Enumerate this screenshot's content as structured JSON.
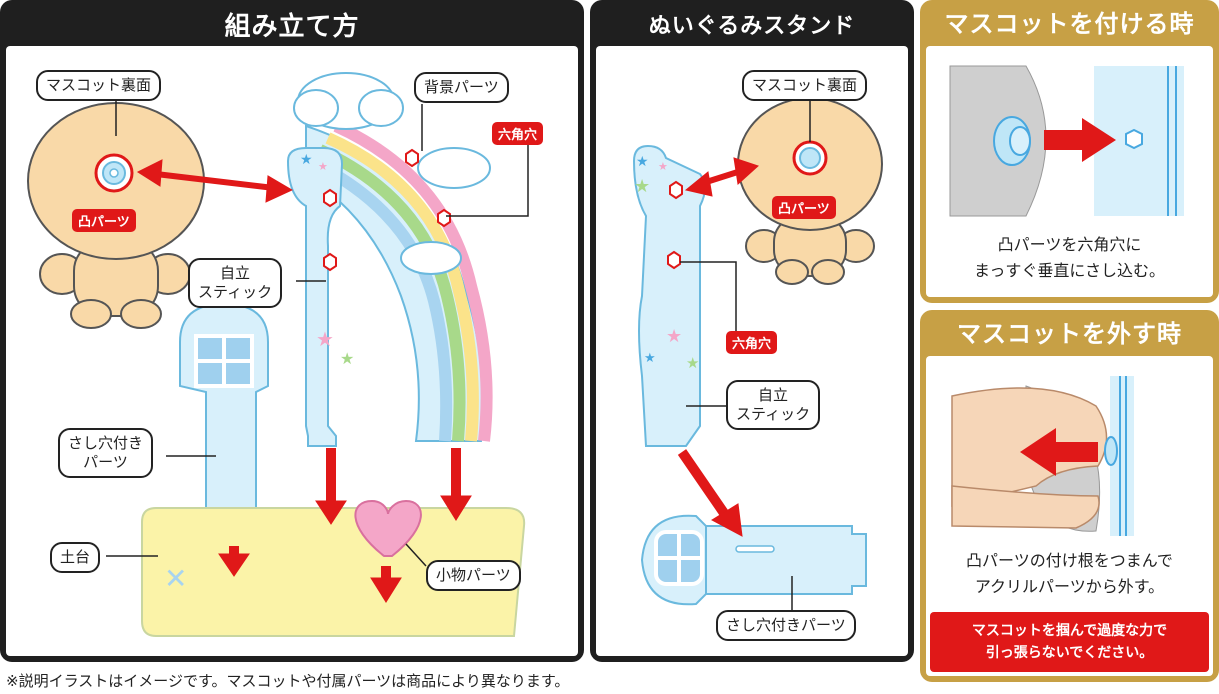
{
  "assembly": {
    "title": "組み立て方",
    "labels": {
      "mascot_back": "マスコット裏面",
      "convex": "凸パーツ",
      "background_parts": "背景パーツ",
      "hex_hole": "六角穴",
      "stick": "自立\nスティック",
      "slot_parts": "さし穴付き\nパーツ",
      "base": "土台",
      "small_parts": "小物パーツ"
    }
  },
  "stand": {
    "title": "ぬいぐるみスタンド",
    "labels": {
      "mascot_back": "マスコット裏面",
      "convex": "凸パーツ",
      "hex_hole": "六角穴",
      "stick": "自立\nスティック",
      "slot_parts": "さし穴付きパーツ"
    }
  },
  "attach": {
    "title": "マスコットを付ける時",
    "caption": "凸パーツを六角穴に\nまっすぐ垂直にさし込む。"
  },
  "detach": {
    "title": "マスコットを外す時",
    "caption": "凸パーツの付け根をつまんで\nアクリルパーツから外す。",
    "warning": "マスコットを掴んで過度な力で\n引っ張らないでください。"
  },
  "footnote": "※説明イラストはイメージです。マスコットや付属パーツは商品により異なります。",
  "colors": {
    "dark": "#1f1f1f",
    "gold": "#c7a045",
    "red": "#e01818",
    "mascot": "#f9d9a8",
    "acrylic": "#d8f0fb",
    "base": "#fbf3a8"
  }
}
